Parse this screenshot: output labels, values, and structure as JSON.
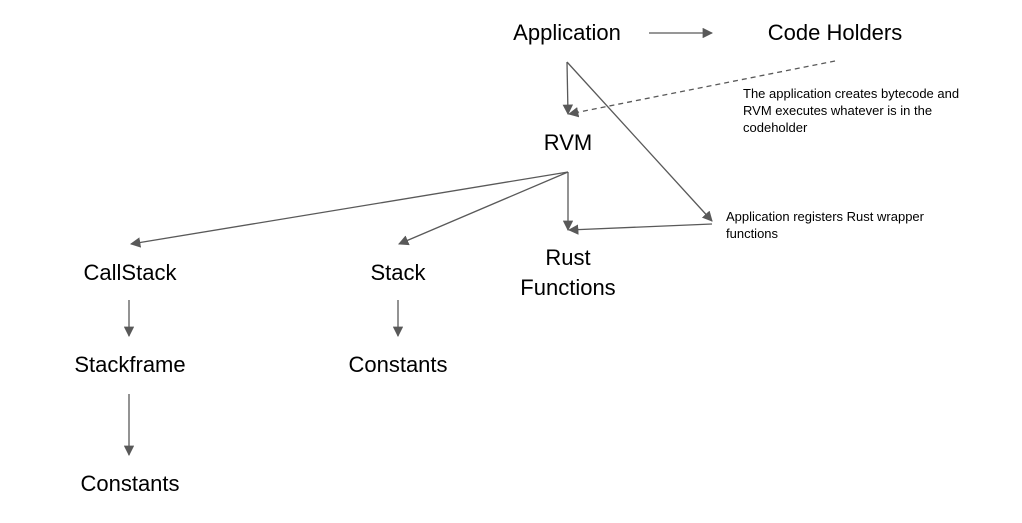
{
  "nodes": {
    "application": "Application",
    "code_holders": "Code Holders",
    "rvm": "RVM",
    "callstack": "CallStack",
    "stack": "Stack",
    "rust_functions_line1": "Rust",
    "rust_functions_line2": "Functions",
    "stackframe": "Stackframe",
    "stack_constants": "Constants",
    "frame_constants": "Constants"
  },
  "notes": {
    "bytecode_line1": "The application creates bytecode and",
    "bytecode_line2": "RVM executes whatever is in the",
    "bytecode_line3": "codeholder",
    "rust_line1": "Application registers Rust wrapper",
    "rust_line2": "functions"
  },
  "colors": {
    "edge": "#595959",
    "text": "#000000",
    "background": "#ffffff"
  }
}
